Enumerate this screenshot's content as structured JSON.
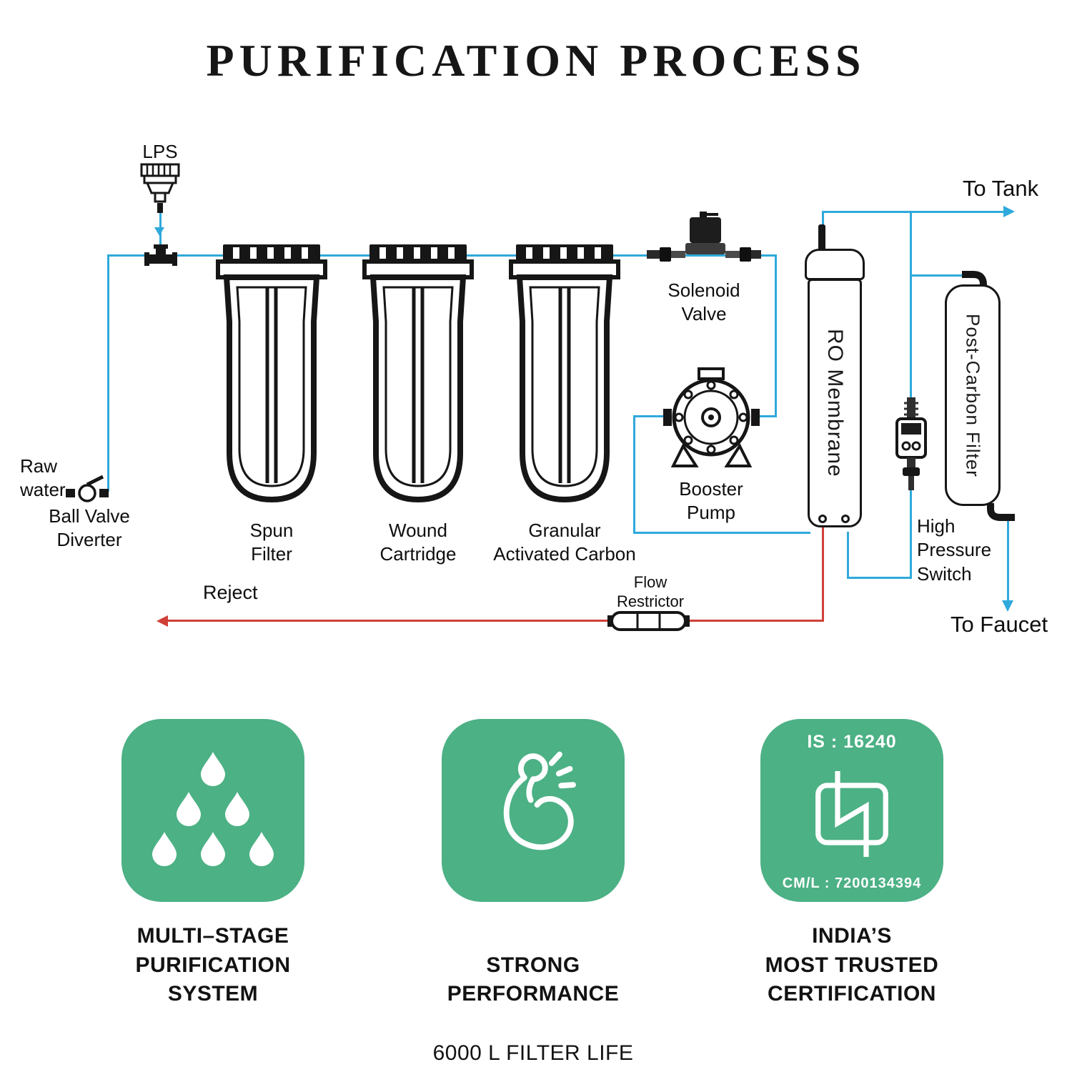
{
  "title": "PURIFICATION PROCESS",
  "colors": {
    "flow": "#2FA9DB",
    "reject": "#D04038",
    "tile": "#4CB185",
    "ink": "#161616"
  },
  "diagram": {
    "lps": "LPS",
    "raw_water": "Raw\nwater",
    "ball_valve": "Ball Valve\nDiverter",
    "filters": [
      {
        "label": "Spun\nFilter"
      },
      {
        "label": "Wound\nCartridge"
      },
      {
        "label": "Granular\nActivated Carbon"
      }
    ],
    "solenoid": "Solenoid\nValve",
    "booster": "Booster\nPump",
    "ro_membrane": "RO Membrane",
    "high_pressure_switch": "High\nPressure\nSwitch",
    "post_carbon": "Post-Carbon Filter",
    "to_tank": "To Tank",
    "to_faucet": "To Faucet",
    "reject": "Reject",
    "flow_restrictor": "Flow\nRestrictor"
  },
  "features": {
    "multistage": {
      "icon": "water-drops-icon",
      "title": "MULTI–STAGE\nPURIFICATION\nSYSTEM"
    },
    "performance": {
      "icon": "muscle-arm-icon",
      "title": "STRONG\nPERFORMANCE",
      "subtitle": "6000 L FILTER LIFE"
    },
    "certification": {
      "icon": "isi-mark-icon",
      "title": "INDIA’S\nMOST TRUSTED\nCERTIFICATION",
      "standard": "IS : 16240",
      "license": "CM/L : 7200134394"
    }
  }
}
